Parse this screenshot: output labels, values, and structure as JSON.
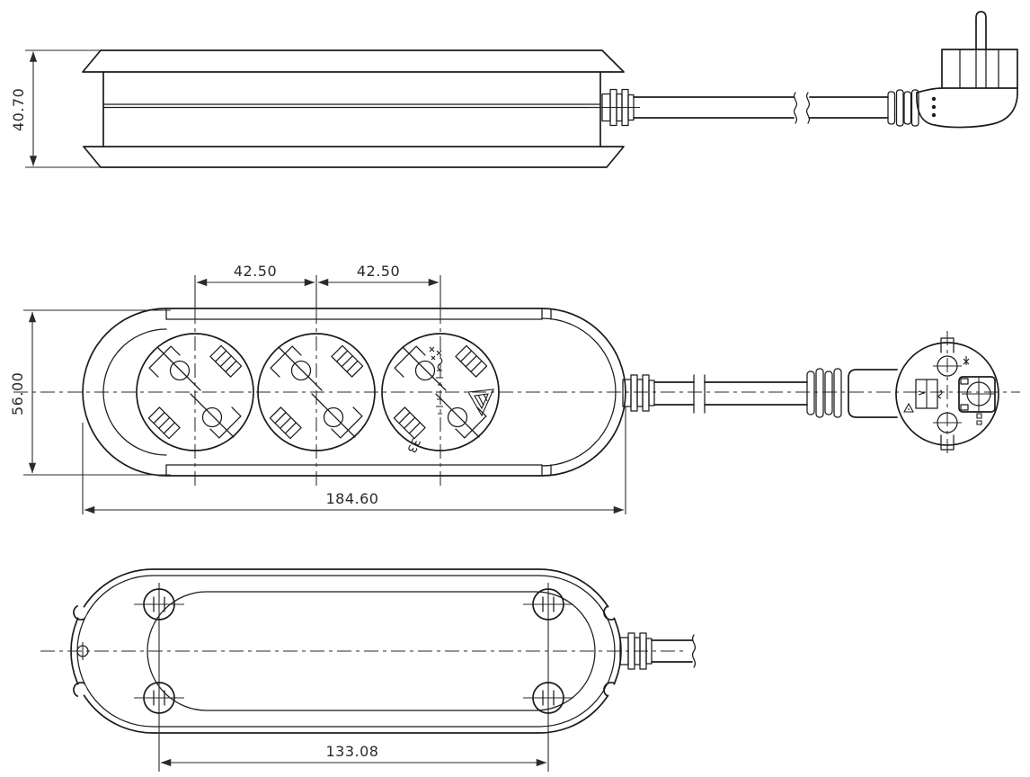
{
  "meta": {
    "type": "technical-drawing",
    "subject": "3-socket power strip with Schuko plug, three orthographic views",
    "background_color": "#ffffff",
    "line_color": "#1b1b1b"
  },
  "dimensions": {
    "side_height": "40.70",
    "plan_width": "56.00",
    "socket_pitch_left": "42.50",
    "socket_pitch_right": "42.50",
    "plan_length": "184.60",
    "screw_span": "133.08"
  },
  "molded_marks": {
    "socket_label": "33"
  }
}
